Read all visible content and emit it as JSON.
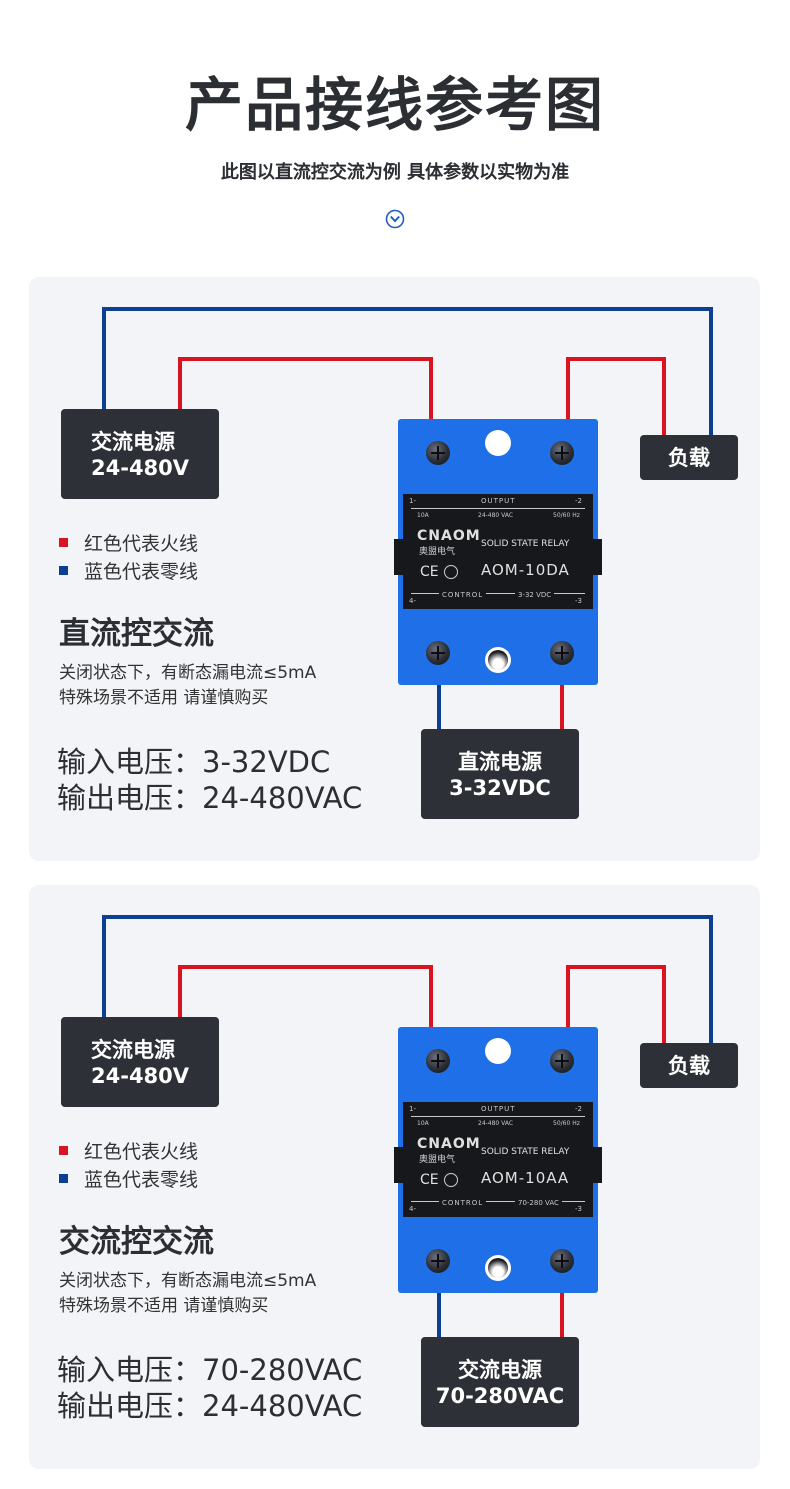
{
  "header": {
    "title": "产品接线参考图",
    "subtitle": "此图以直流控交流为例 具体参数以实物为准"
  },
  "colors": {
    "live_wire": "#d7141f",
    "neutral_wire": "#0b3f91",
    "relay_body": "#1f6fe8",
    "box_bg": "#2d3036",
    "panel_bg": "#f3f4f8"
  },
  "panels": [
    {
      "ac_source": {
        "label": "交流电源",
        "value": "24-480V"
      },
      "load": {
        "label": "负载"
      },
      "control_source": {
        "label": "直流电源",
        "value": "3-32VDC"
      },
      "legend": {
        "red": "红色代表火线",
        "blue": "蓝色代表零线"
      },
      "mode": "直流控交流",
      "notes": [
        "关闭状态下，有断态漏电流≤5mA",
        "特殊场景不适用 请谨慎购买"
      ],
      "specs": [
        "输入电压：3-32VDC",
        "输出电压：24-480VAC"
      ],
      "relay": {
        "brand": "CNAOM",
        "brand_cn": "奥盟电气",
        "type": "SOLID STATE RELAY",
        "model": "AOM-10DA",
        "output": "OUTPUT",
        "output_range": "24-480 VAC",
        "current": "10A",
        "freq": "50/60 Hz",
        "control": "CONTROL",
        "control_range": "3-32 VDC",
        "t1": "1-",
        "t2": "-2",
        "t3": "-3",
        "t4": "4-",
        "cert": "CE"
      }
    },
    {
      "ac_source": {
        "label": "交流电源",
        "value": "24-480V"
      },
      "load": {
        "label": "负载"
      },
      "control_source": {
        "label": "交流电源",
        "value": "70-280VAC"
      },
      "legend": {
        "red": "红色代表火线",
        "blue": "蓝色代表零线"
      },
      "mode": "交流控交流",
      "notes": [
        "关闭状态下，有断态漏电流≤5mA",
        "特殊场景不适用 请谨慎购买"
      ],
      "specs": [
        "输入电压：70-280VAC",
        "输出电压：24-480VAC"
      ],
      "relay": {
        "brand": "CNAOM",
        "brand_cn": "奥盟电气",
        "type": "SOLID STATE RELAY",
        "model": "AOM-10AA",
        "output": "OUTPUT",
        "output_range": "24-480 VAC",
        "current": "10A",
        "freq": "50/60 Hz",
        "control": "CONTROL",
        "control_range": "70-280 VAC",
        "t1": "1-",
        "t2": "-2",
        "t3": "-3",
        "t4": "4-",
        "cert": "CE"
      }
    }
  ]
}
